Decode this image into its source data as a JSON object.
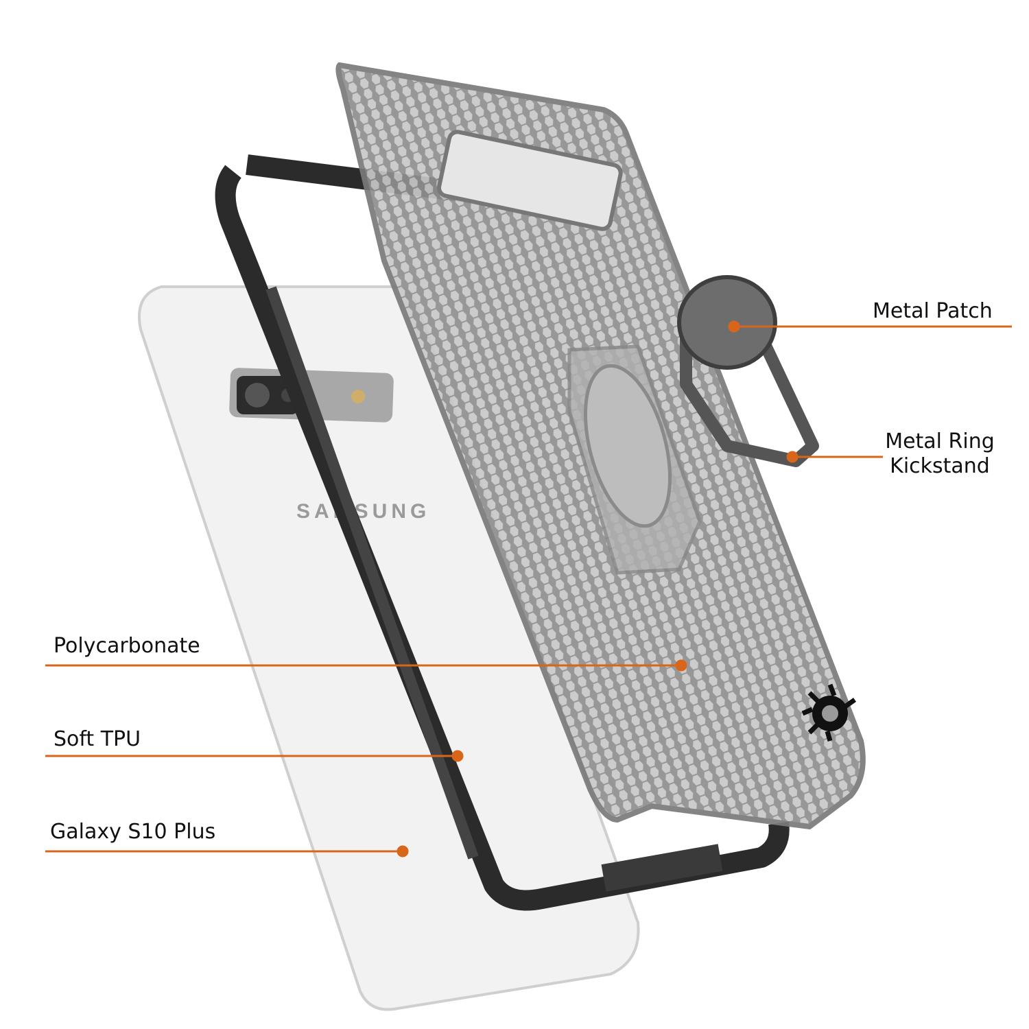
{
  "callouts": {
    "metal_patch": "Metal Patch",
    "metal_ring_line1": "Metal Ring",
    "metal_ring_line2": "Kickstand",
    "polycarbonate": "Polycarbonate",
    "soft_tpu": "Soft TPU",
    "galaxy": "Galaxy S10 Plus"
  },
  "phone_brand": "SAMSUNG",
  "colors": {
    "accent": "#d9651a",
    "bumper": "#2b2b2b",
    "clear_case": "#8e8e8e",
    "phone_back": "#f1f1f1"
  }
}
